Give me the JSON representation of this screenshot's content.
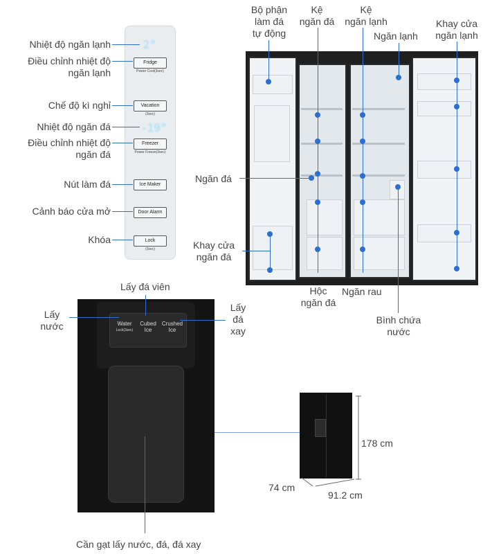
{
  "panel": {
    "display_fridge": "2°",
    "display_freezer": "-19°",
    "buttons": [
      {
        "label": "Fridge",
        "sub": "Power Cool(3sec)"
      },
      {
        "label": "Vacation",
        "sub": "(3sec)"
      },
      {
        "label": "Freezer",
        "sub": "Power Freeze(3sec)"
      },
      {
        "label": "Ice Maker",
        "sub": ""
      },
      {
        "label": "Door Alarm",
        "sub": ""
      },
      {
        "label": "Lock",
        "sub": "(3sec)"
      }
    ]
  },
  "panel_labels": {
    "fridge_temp": "Nhiệt độ ngăn lạnh",
    "fridge_adjust": "Điều chỉnh nhiệt độ\nngăn lạnh",
    "vacation": "Chế độ kì nghỉ",
    "freezer_temp": "Nhiệt độ ngăn đá",
    "freezer_adjust": "Điều chỉnh nhiệt độ\nngăn đá",
    "ice_maker": "Nút làm đá",
    "door_alarm": "Cảnh báo cửa mở",
    "lock": "Khóa"
  },
  "fridge_labels": {
    "ice_maker_unit": "Bộ phận\nlàm đá\ntự động",
    "freezer_shelf": "Kệ\nngăn đá",
    "fridge_shelf": "Kệ\nngăn lạnh",
    "fridge_compartment": "Ngăn lạnh",
    "fridge_door_tray": "Khay cửa\nngăn lạnh",
    "freezer_compartment": "Ngăn đá",
    "freezer_door_tray": "Khay cửa\nngăn đá",
    "freezer_drawer": "Hộc\nngăn đá",
    "vegetable_drawer": "Ngăn rau",
    "water_tank": "Bình chứa\nnước"
  },
  "dispenser": {
    "water": "Water",
    "water_sub": "Lock(3sec)",
    "cubed": "Cubed\nIce",
    "crushed": "Crushed\nIce"
  },
  "dispenser_labels": {
    "cubed_ice": "Lấy đá viên",
    "water": "Lấy\nnước",
    "crushed_ice": "Lấy\nđá\nxay",
    "lever": "Cần gạt lấy nước, đá, đá xay"
  },
  "dimensions": {
    "height": "178 cm",
    "depth": "74 cm",
    "width": "91.2 cm"
  },
  "colors": {
    "accent": "#2d6fce",
    "fridge_body": "#1f1f1f"
  }
}
